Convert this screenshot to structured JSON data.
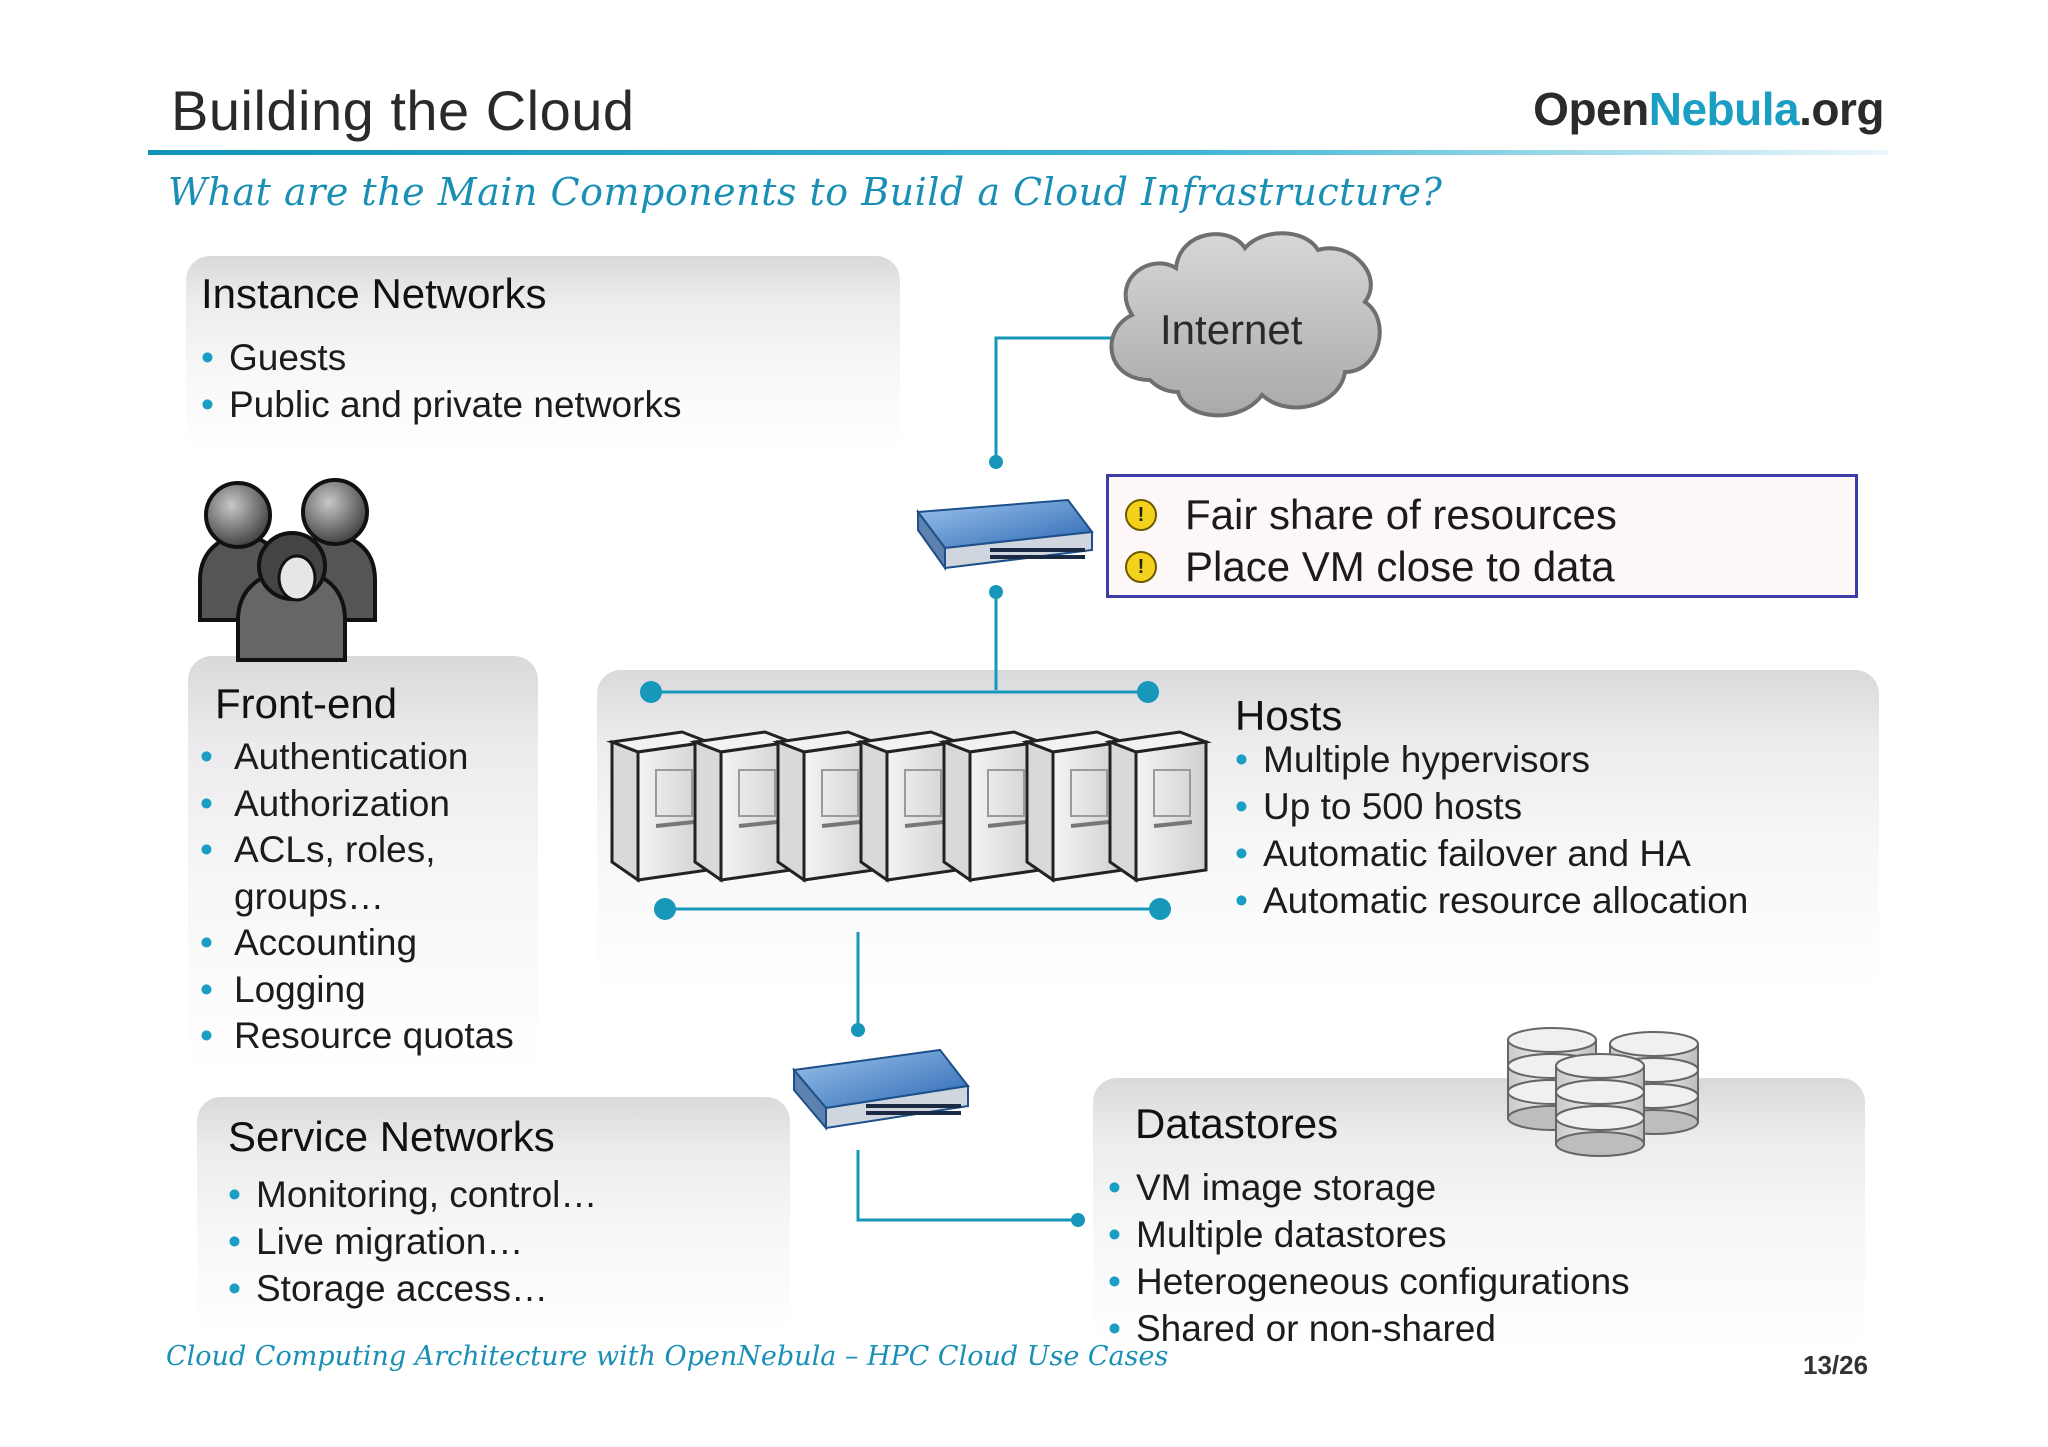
{
  "header": {
    "title": "Building the Cloud",
    "logo_part1": "Open",
    "logo_part2": "Nebula",
    "logo_part3": ".org",
    "subtitle": "What are the Main Components to Build a Cloud Infrastructure?"
  },
  "instance_networks": {
    "heading": "Instance Networks",
    "items": [
      "Guests",
      "Public and private networks"
    ]
  },
  "internet": {
    "label": "Internet"
  },
  "notes": {
    "items": [
      "Fair share of resources",
      "Place VM close to data"
    ],
    "icon": "warning-icon"
  },
  "frontend": {
    "heading": "Front-end",
    "items": [
      "Authentication",
      "Authorization",
      "ACLs, roles, groups…",
      "Accounting",
      "Logging",
      "Resource quotas"
    ]
  },
  "hosts": {
    "heading": "Hosts",
    "items": [
      "Multiple hypervisors",
      "Up to 500 hosts",
      "Automatic failover and HA",
      "Automatic resource allocation"
    ]
  },
  "service_networks": {
    "heading": "Service Networks",
    "items": [
      "Monitoring, control…",
      "Live migration…",
      "Storage access…"
    ]
  },
  "datastores": {
    "heading": "Datastores",
    "items": [
      "VM image storage",
      "Multiple datastores",
      "Heterogeneous configurations",
      "Shared or non-shared"
    ]
  },
  "footer": {
    "text": "Cloud Computing Architecture with OpenNebula – HPC Cloud Use Cases",
    "page": "13/26"
  },
  "colors": {
    "accent": "#1a9ec4",
    "note_border": "#3b3ea6",
    "warning": "#f4d21b"
  }
}
